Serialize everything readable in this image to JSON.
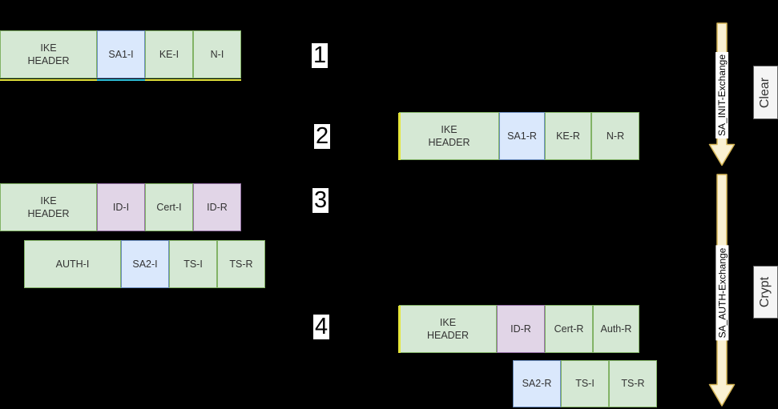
{
  "palette": {
    "background": "#000000",
    "green_fill": "#D5E8D4",
    "green_stroke": "#82B366",
    "blue_fill": "#DAE8FC",
    "blue_stroke": "#6C8EBF",
    "purple_fill": "#E1D5E7",
    "purple_stroke": "#9673A6",
    "arrow_fill": "#FAF1D2",
    "arrow_stroke": "#D6B656",
    "accent_yellow": "#E6E63C",
    "accent_cyan": "#2FC4DE",
    "side_box_fill": "#F5F5F5",
    "side_box_stroke": "#666666",
    "text": "#333333"
  },
  "steps": [
    {
      "label": "1"
    },
    {
      "label": "2"
    },
    {
      "label": "3"
    },
    {
      "label": "4"
    }
  ],
  "packet_rows": [
    {
      "name": "message-1-initiator",
      "boxes": [
        {
          "label": "IKE\nHEADER",
          "color": "green"
        },
        {
          "label": "SA1-I",
          "color": "blue"
        },
        {
          "label": "KE-I",
          "color": "green"
        },
        {
          "label": "N-I",
          "color": "green"
        }
      ]
    },
    {
      "name": "message-2-responder",
      "boxes": [
        {
          "label": "IKE\nHEADER",
          "color": "green"
        },
        {
          "label": "SA1-R",
          "color": "blue"
        },
        {
          "label": "KE-R",
          "color": "green"
        },
        {
          "label": "N-R",
          "color": "green"
        }
      ]
    },
    {
      "name": "message-3-initiator-part1",
      "boxes": [
        {
          "label": "IKE\nHEADER",
          "color": "green"
        },
        {
          "label": "ID-I",
          "color": "purple"
        },
        {
          "label": "Cert-I",
          "color": "green"
        },
        {
          "label": "ID-R",
          "color": "purple"
        }
      ]
    },
    {
      "name": "message-3-initiator-part2",
      "boxes": [
        {
          "label": "AUTH-I",
          "color": "green"
        },
        {
          "label": "SA2-I",
          "color": "blue"
        },
        {
          "label": "TS-I",
          "color": "green"
        },
        {
          "label": "TS-R",
          "color": "green"
        }
      ]
    },
    {
      "name": "message-4-responder-part1",
      "boxes": [
        {
          "label": "IKE\nHEADER",
          "color": "green"
        },
        {
          "label": "ID-R",
          "color": "purple"
        },
        {
          "label": "Cert-R",
          "color": "green"
        },
        {
          "label": "Auth-R",
          "color": "green"
        }
      ]
    },
    {
      "name": "message-4-responder-part2",
      "boxes": [
        {
          "label": "SA2-R",
          "color": "blue"
        },
        {
          "label": "TS-I",
          "color": "green"
        },
        {
          "label": "TS-R",
          "color": "green"
        }
      ]
    }
  ],
  "arrows": [
    {
      "label": "SA_INIT-Exchange"
    },
    {
      "label": "SA_AUTH-Exchange"
    }
  ],
  "phase_labels": [
    {
      "label": "Clear"
    },
    {
      "label": "Crypt"
    }
  ]
}
